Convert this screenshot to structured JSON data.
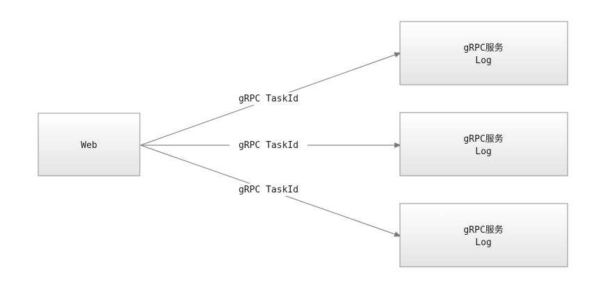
{
  "source_node": {
    "label": "Web"
  },
  "target_nodes": [
    {
      "line1": "gRPC服务",
      "line2": "Log"
    },
    {
      "line1": "gRPC服务",
      "line2": "Log"
    },
    {
      "line1": "gRPC服务",
      "line2": "Log"
    }
  ],
  "edges": [
    {
      "label": "gRPC TaskId"
    },
    {
      "label": "gRPC TaskId"
    },
    {
      "label": "gRPC TaskId"
    }
  ],
  "colors": {
    "box_fill_top": "#ffffff",
    "box_fill_bottom": "#e4e4e4",
    "border": "#8c8c8c",
    "line": "#8a8a8a"
  }
}
